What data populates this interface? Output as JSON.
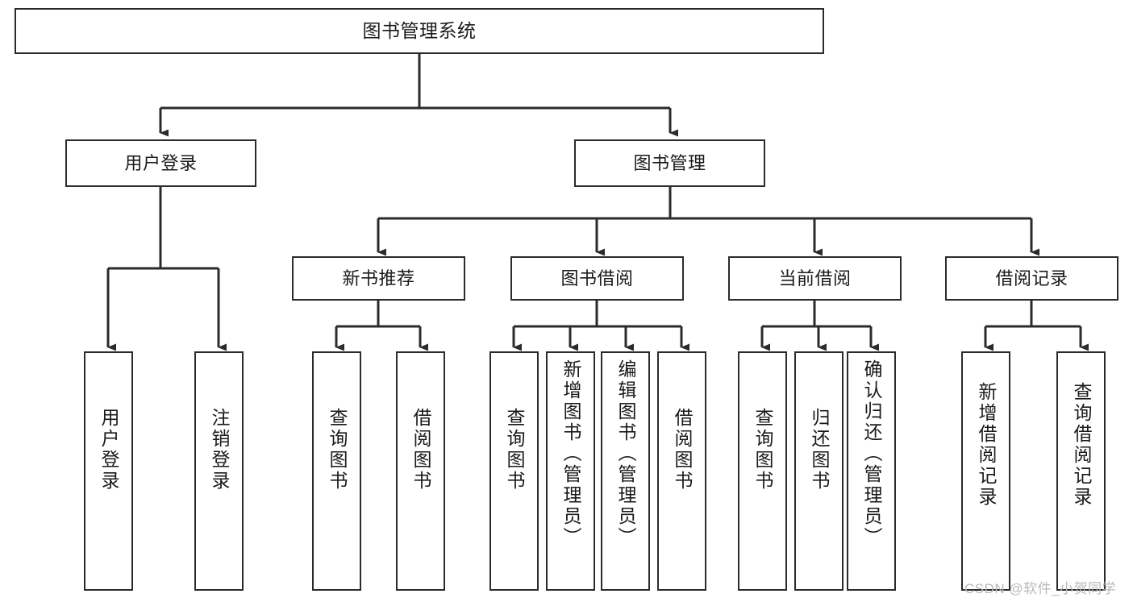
{
  "diagram": {
    "title": "图书管理系统",
    "type": "tree-hierarchy",
    "watermark": "CSDN @软件_小贺同学",
    "colors": {
      "line": "#2b2b2b",
      "box_fill": "#ffffff",
      "text": "#1a1a1a",
      "watermark": "#b9b9b9"
    },
    "nodes": {
      "root": {
        "label": "图书管理系统"
      },
      "level2": [
        {
          "id": "user-login",
          "label": "用户登录"
        },
        {
          "id": "book-manage",
          "label": "图书管理"
        }
      ],
      "level3": [
        {
          "id": "new-book-rec",
          "label": "新书推荐"
        },
        {
          "id": "book-borrow",
          "label": "图书借阅"
        },
        {
          "id": "current-borrow",
          "label": "当前借阅"
        },
        {
          "id": "borrow-record",
          "label": "借阅记录"
        }
      ],
      "leaves": {
        "user_login": [
          {
            "id": "leaf-user-login",
            "label": "用户登录"
          },
          {
            "id": "leaf-logout",
            "label": "注销登录"
          }
        ],
        "new_book_rec": [
          {
            "id": "leaf-query-book-1",
            "label": "查询图书"
          },
          {
            "id": "leaf-borrow-book-1",
            "label": "借阅图书"
          }
        ],
        "book_borrow": [
          {
            "id": "leaf-query-book-2",
            "label": "查询图书"
          },
          {
            "id": "leaf-add-book",
            "label": "新增图书（管理员）"
          },
          {
            "id": "leaf-edit-book",
            "label": "编辑图书（管理员）"
          },
          {
            "id": "leaf-borrow-book-2",
            "label": "借阅图书"
          }
        ],
        "current_borrow": [
          {
            "id": "leaf-query-book-3",
            "label": "查询图书"
          },
          {
            "id": "leaf-return-book",
            "label": "归还图书"
          },
          {
            "id": "leaf-confirm-return",
            "label": "确认归还（管理员）"
          }
        ],
        "borrow_record": [
          {
            "id": "leaf-add-record",
            "label": "新增借阅记录"
          },
          {
            "id": "leaf-query-record",
            "label": "查询借阅记录"
          }
        ]
      }
    }
  }
}
